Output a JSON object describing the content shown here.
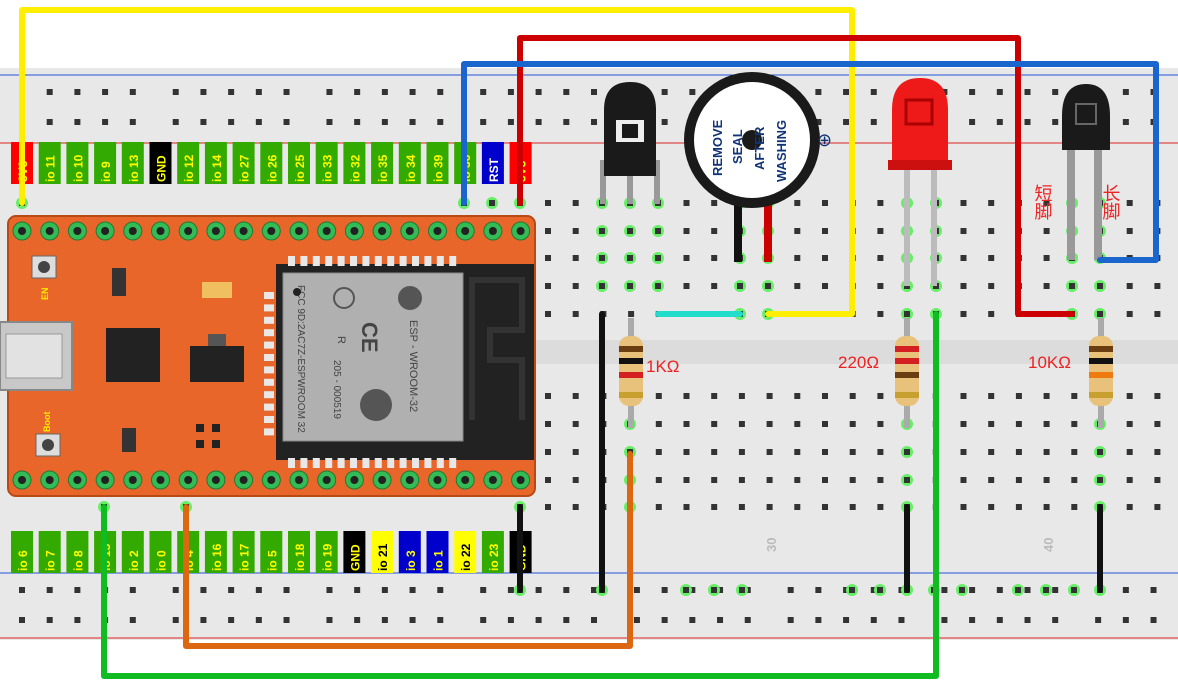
{
  "top_pin_labels": [
    {
      "text": "3V3",
      "bg": "#ff0000",
      "fg": "#ffff00"
    },
    {
      "text": "io 11",
      "bg": "#33aa00",
      "fg": "#ffff00"
    },
    {
      "text": "io 10",
      "bg": "#33aa00",
      "fg": "#ffff00"
    },
    {
      "text": "io 9",
      "bg": "#33aa00",
      "fg": "#ffff00"
    },
    {
      "text": "io 13",
      "bg": "#33aa00",
      "fg": "#ffff00"
    },
    {
      "text": "GND",
      "bg": "#000000",
      "fg": "#ffff00"
    },
    {
      "text": "io 12",
      "bg": "#33aa00",
      "fg": "#ffff00"
    },
    {
      "text": "io 14",
      "bg": "#33aa00",
      "fg": "#ffff00"
    },
    {
      "text": "io 27",
      "bg": "#33aa00",
      "fg": "#ffff00"
    },
    {
      "text": "io 26",
      "bg": "#33aa00",
      "fg": "#ffff00"
    },
    {
      "text": "io 25",
      "bg": "#33aa00",
      "fg": "#ffff00"
    },
    {
      "text": "io 33",
      "bg": "#33aa00",
      "fg": "#ffff00"
    },
    {
      "text": "io 32",
      "bg": "#33aa00",
      "fg": "#ffff00"
    },
    {
      "text": "io 35",
      "bg": "#33aa00",
      "fg": "#ffff00"
    },
    {
      "text": "io 34",
      "bg": "#33aa00",
      "fg": "#ffff00"
    },
    {
      "text": "io 39",
      "bg": "#33aa00",
      "fg": "#ffff00"
    },
    {
      "text": "io 36",
      "bg": "#33aa00",
      "fg": "#ffff00"
    },
    {
      "text": "RST",
      "bg": "#0000cc",
      "fg": "#ffffff"
    },
    {
      "text": "3V3",
      "bg": "#ff0000",
      "fg": "#ffff00"
    }
  ],
  "bottom_pin_labels": [
    {
      "text": "io 6",
      "bg": "#33aa00",
      "fg": "#ffff00"
    },
    {
      "text": "io 7",
      "bg": "#33aa00",
      "fg": "#ffff00"
    },
    {
      "text": "io 8",
      "bg": "#33aa00",
      "fg": "#ffff00"
    },
    {
      "text": "io 15",
      "bg": "#33aa00",
      "fg": "#ffff00"
    },
    {
      "text": "io 2",
      "bg": "#33aa00",
      "fg": "#ffff00"
    },
    {
      "text": "io 0",
      "bg": "#33aa00",
      "fg": "#ffff00"
    },
    {
      "text": "io 4",
      "bg": "#33aa00",
      "fg": "#ffff00"
    },
    {
      "text": "io 16",
      "bg": "#33aa00",
      "fg": "#ffff00"
    },
    {
      "text": "io 17",
      "bg": "#33aa00",
      "fg": "#ffff00"
    },
    {
      "text": "io 5",
      "bg": "#33aa00",
      "fg": "#ffff00"
    },
    {
      "text": "io 18",
      "bg": "#33aa00",
      "fg": "#ffff00"
    },
    {
      "text": "io 19",
      "bg": "#33aa00",
      "fg": "#ffff00"
    },
    {
      "text": "GND",
      "bg": "#000000",
      "fg": "#ffff00"
    },
    {
      "text": "io 21",
      "bg": "#ffff00",
      "fg": "#000000"
    },
    {
      "text": "io 3",
      "bg": "#0000cc",
      "fg": "#ffff00"
    },
    {
      "text": "io 1",
      "bg": "#0000cc",
      "fg": "#ffff00"
    },
    {
      "text": "io 22",
      "bg": "#ffff00",
      "fg": "#000000"
    },
    {
      "text": "io 23",
      "bg": "#33aa00",
      "fg": "#ffff00"
    },
    {
      "text": "GND",
      "bg": "#000000",
      "fg": "#ffff00"
    }
  ],
  "board": {
    "en_label": "EN",
    "boot_label": "Boot",
    "module_lines": [
      "FCC 9D:2AC7Z-ESPWROOM 32",
      "205 - 000519"
    ],
    "module_right_lines": [
      "ESP - WROOM-32"
    ],
    "module_r_mark": "R",
    "module_ce_mark": "CE"
  },
  "buzzer": {
    "label_lines": [
      "REMOVE",
      "SEAL",
      "AFTER",
      "WASHING"
    ],
    "plus_mark": "⊕"
  },
  "resistors": [
    {
      "label": "1KΩ"
    },
    {
      "label": "220Ω"
    },
    {
      "label": "10KΩ"
    }
  ],
  "photo_labels": {
    "short_leg": "短脚",
    "long_leg": "长脚"
  },
  "column_numbers": [
    "30",
    "40"
  ],
  "colors": {
    "board": "#e8662a",
    "breadboard": "#e6e6e6",
    "wire_yellow": "#ffee00",
    "wire_red": "#cc0000",
    "wire_blue": "#1a66cc",
    "wire_green": "#11bb22",
    "wire_orange": "#dd6611",
    "wire_black": "#111111",
    "wire_cyan": "#22ddcc",
    "label_red": "#ee2222"
  }
}
